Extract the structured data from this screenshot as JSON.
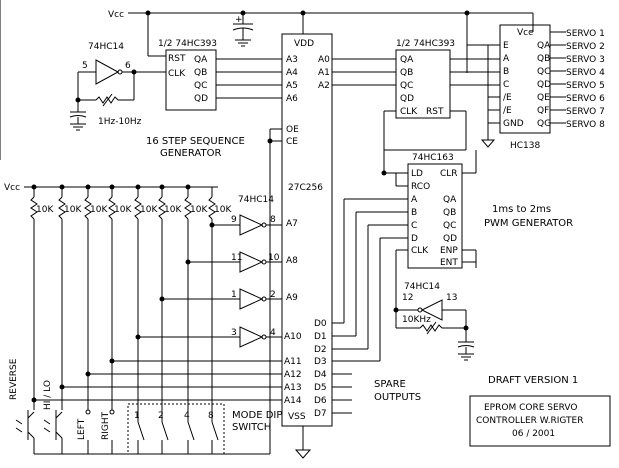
{
  "power": {
    "vcc_top": "Vcc",
    "vcc_left": "Vcc",
    "vdd": "VDD",
    "vss": "VSS",
    "cap_plus": "+"
  },
  "eprom": {
    "part": "27C256",
    "left_pins": [
      "A3",
      "A4",
      "A5",
      "A6",
      "OE",
      "CE",
      "A7",
      "A8",
      "A9",
      "A10",
      "A11",
      "A12",
      "A13",
      "A14"
    ],
    "right_pins": [
      "A0",
      "A1",
      "A2",
      "D0",
      "D1",
      "D2",
      "D3",
      "D4",
      "D5",
      "D6",
      "D7"
    ]
  },
  "counter1": {
    "title": "1/2 74HC393",
    "pins": [
      "RST",
      "CLK",
      "QA",
      "QB",
      "QC",
      "QD"
    ],
    "caption_line1": "16 STEP SEQUENCE",
    "caption_line2": "GENERATOR"
  },
  "counter2": {
    "title": "1/2 74HC393",
    "pins": [
      "QA",
      "QB",
      "QC",
      "QD",
      "CLK",
      "RST"
    ]
  },
  "decoder": {
    "part": "HC138",
    "left_pins": [
      "E",
      "A",
      "B",
      "C",
      "/E",
      "/E",
      "GND"
    ],
    "right_pins": [
      "Vcc",
      "QA",
      "QB",
      "QC",
      "QD",
      "QE",
      "QF",
      "QG",
      "QH"
    ],
    "servos": [
      "SERVO 1",
      "SERVO 2",
      "SERVO 3",
      "SERVO 4",
      "SERVO 5",
      "SERVO 6",
      "SERVO 7",
      "SERVO 8"
    ]
  },
  "pwm": {
    "part": "74HC163",
    "left_pins": [
      "LD",
      "RCO",
      "A",
      "B",
      "C",
      "D",
      "CLK"
    ],
    "right_pins": [
      "CLR",
      "QA",
      "QB",
      "QC",
      "QD",
      "ENP",
      "ENT"
    ],
    "caption_line1": "1ms to 2ms",
    "caption_line2": "PWM GENERATOR"
  },
  "osc1": {
    "part": "74HC14",
    "pin_in": "5",
    "pin_out": "6",
    "freq": "1Hz-10Hz"
  },
  "osc2": {
    "part": "74HC14",
    "pin_in": "12",
    "pin_out": "13",
    "freq": "10KHz"
  },
  "inverters": {
    "part": "74HC14",
    "pins": [
      {
        "in": "9",
        "out": "8"
      },
      {
        "in": "11",
        "out": "10"
      },
      {
        "in": "1",
        "out": "2"
      },
      {
        "in": "3",
        "out": "4"
      }
    ]
  },
  "resistors": [
    "10K",
    "10K",
    "10K",
    "10K",
    "10K",
    "10K",
    "10K",
    "10K"
  ],
  "inputs": {
    "reverse": "REVERSE",
    "hilo": "HI / LO",
    "left": "LEFT",
    "right": "RIGHT",
    "dip": [
      "1",
      "2",
      "4",
      "8"
    ]
  },
  "dip_label_line1": "MODE DIP",
  "dip_label_line2": "SWITCH",
  "spare_line1": "SPARE",
  "spare_line2": "OUTPUTS",
  "draft": "DRAFT VERSION 1",
  "title_block": {
    "line1": "EPROM CORE SERVO",
    "line2": "CONTROLLER  W.RIGTER",
    "line3": "06  /  2001"
  }
}
